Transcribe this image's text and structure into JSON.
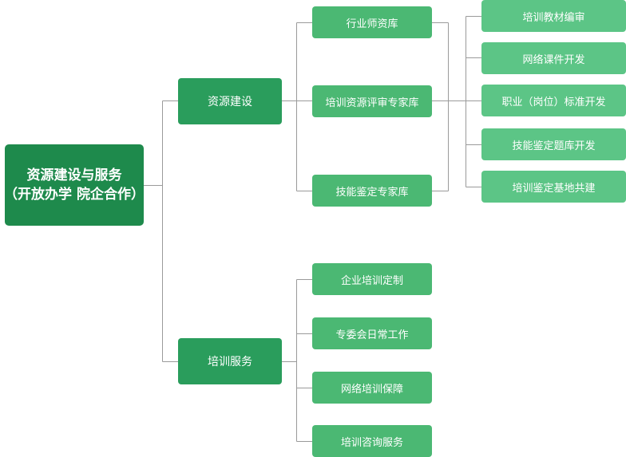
{
  "root": {
    "line1": "资源建设与服务",
    "line2": "（开放办学 院企合作）"
  },
  "branches": [
    {
      "label": "资源建设",
      "children": [
        {
          "label": "行业师资库"
        },
        {
          "label": "培训资源评审专家库",
          "children": [
            {
              "label": "培训教材编审"
            },
            {
              "label": "网络课件开发"
            },
            {
              "label": "职业（岗位）标准开发"
            },
            {
              "label": "技能鉴定题库开发"
            },
            {
              "label": "培训鉴定基地共建"
            }
          ]
        },
        {
          "label": "技能鉴定专家库"
        }
      ]
    },
    {
      "label": "培训服务",
      "children": [
        {
          "label": "企业培训定制"
        },
        {
          "label": "专委会日常工作"
        },
        {
          "label": "网络培训保障"
        },
        {
          "label": "培训咨询服务"
        }
      ]
    }
  ],
  "colors": {
    "root": "#1e8a4c",
    "level1": "#2a9d5c",
    "level2": "#4bb873",
    "level3": "#5cc586",
    "connector": "#9a9a9a"
  }
}
